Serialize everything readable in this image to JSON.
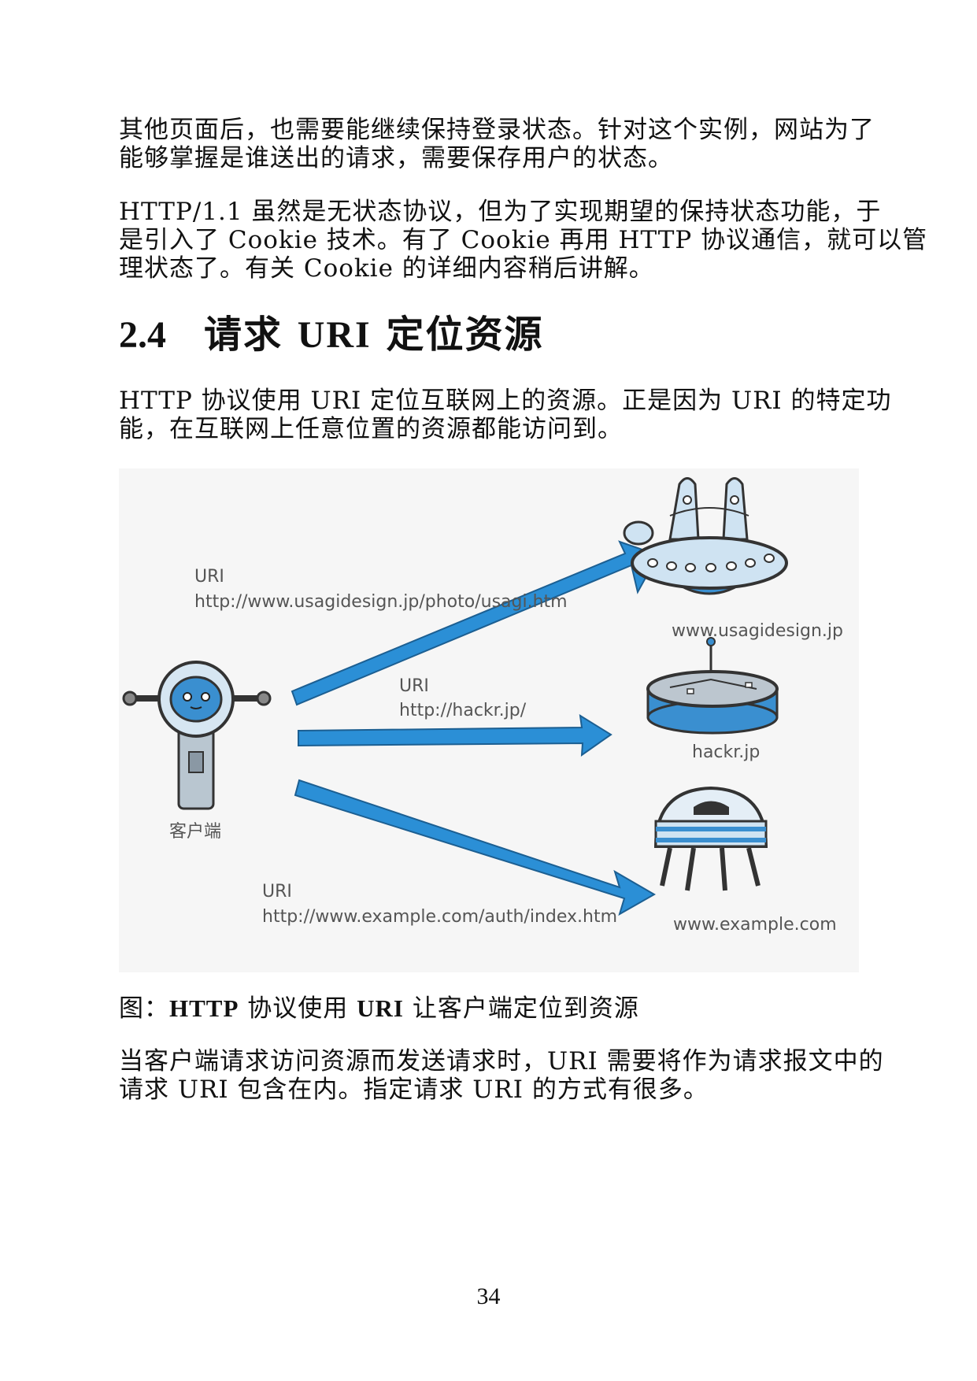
{
  "paragraphs": {
    "p1": [
      "其他页面后，也需要能继续保持登录状态。针对这个实例，网站为了",
      "能够掌握是谁送出的请求，需要保存用户的状态。"
    ],
    "p2": [
      "HTTP/1.1 虽然是无状态协议，但为了实现期望的保持状态功能，于",
      "是引入了 Cookie 技术。有了 Cookie 再用 HTTP 协议通信，就可以管",
      "理状态了。有关 Cookie 的详细内容稍后讲解。"
    ],
    "p3": [
      "HTTP 协议使用 URI 定位互联网上的资源。正是因为 URI 的特定功",
      "能，在互联网上任意位置的资源都能访问到。"
    ],
    "p4": [
      "当客户端请求访问资源而发送请求时，URI 需要将作为请求报文中的",
      "请求 URI 包含在内。指定请求 URI 的方式有很多。"
    ]
  },
  "section": {
    "number": "2.4",
    "title_pre": "请求 ",
    "title_bold": "URI",
    "title_post": " 定位资源"
  },
  "figure": {
    "client_label": "客户端",
    "arrows": [
      {
        "label": "URI",
        "uri": "http://www.usagidesign.jp/photo/usagi.htm",
        "server": "www.usagidesign.jp"
      },
      {
        "label": "URI",
        "uri": "http://hackr.jp/",
        "server": "hackr.jp"
      },
      {
        "label": "URI",
        "uri": "http://www.example.com/auth/index.htm",
        "server": "www.example.com"
      }
    ],
    "caption_prefix": "图：",
    "caption_bold1": "HTTP",
    "caption_mid": " 协议使用 ",
    "caption_bold2": "URI",
    "caption_rest": " 让客户端定位到资源"
  },
  "colors": {
    "arrow": "#2b8fd6",
    "robot_light": "#cfe3f2",
    "robot_blue": "#3a8fd0"
  },
  "page_number": "34"
}
